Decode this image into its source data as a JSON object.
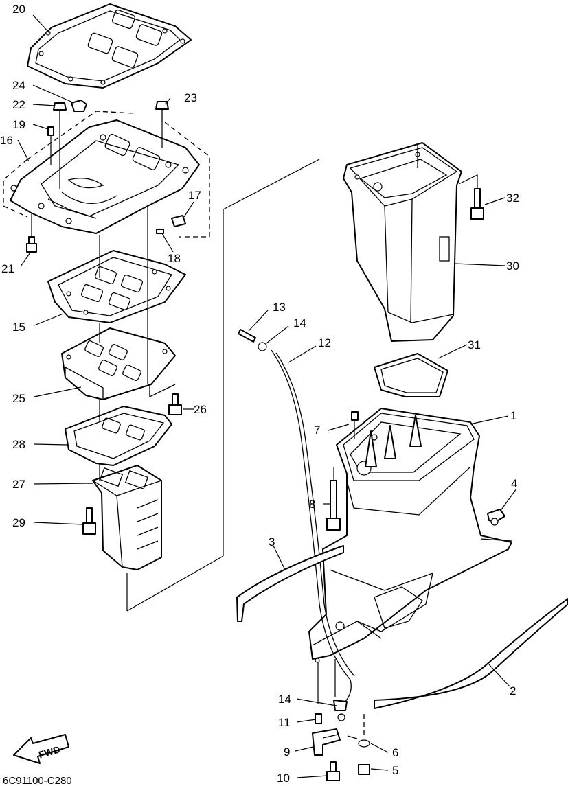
{
  "diagram_code": "6C91100-C280",
  "fwd_label": "FWD",
  "callouts": {
    "c1": "1",
    "c2": "2",
    "c3": "3",
    "c4": "4",
    "c5": "5",
    "c6": "6",
    "c7": "7",
    "c8": "8",
    "c9": "9",
    "c10": "10",
    "c11": "11",
    "c12": "12",
    "c13": "13",
    "c14a": "14",
    "c14b": "14",
    "c15": "15",
    "c16": "16",
    "c17": "17",
    "c18": "18",
    "c19": "19",
    "c20": "20",
    "c21": "21",
    "c22": "22",
    "c23": "23",
    "c24": "24",
    "c25": "25",
    "c26": "26",
    "c27": "27",
    "c28": "28",
    "c29": "29",
    "c30": "30",
    "c31": "31",
    "c32": "32"
  }
}
